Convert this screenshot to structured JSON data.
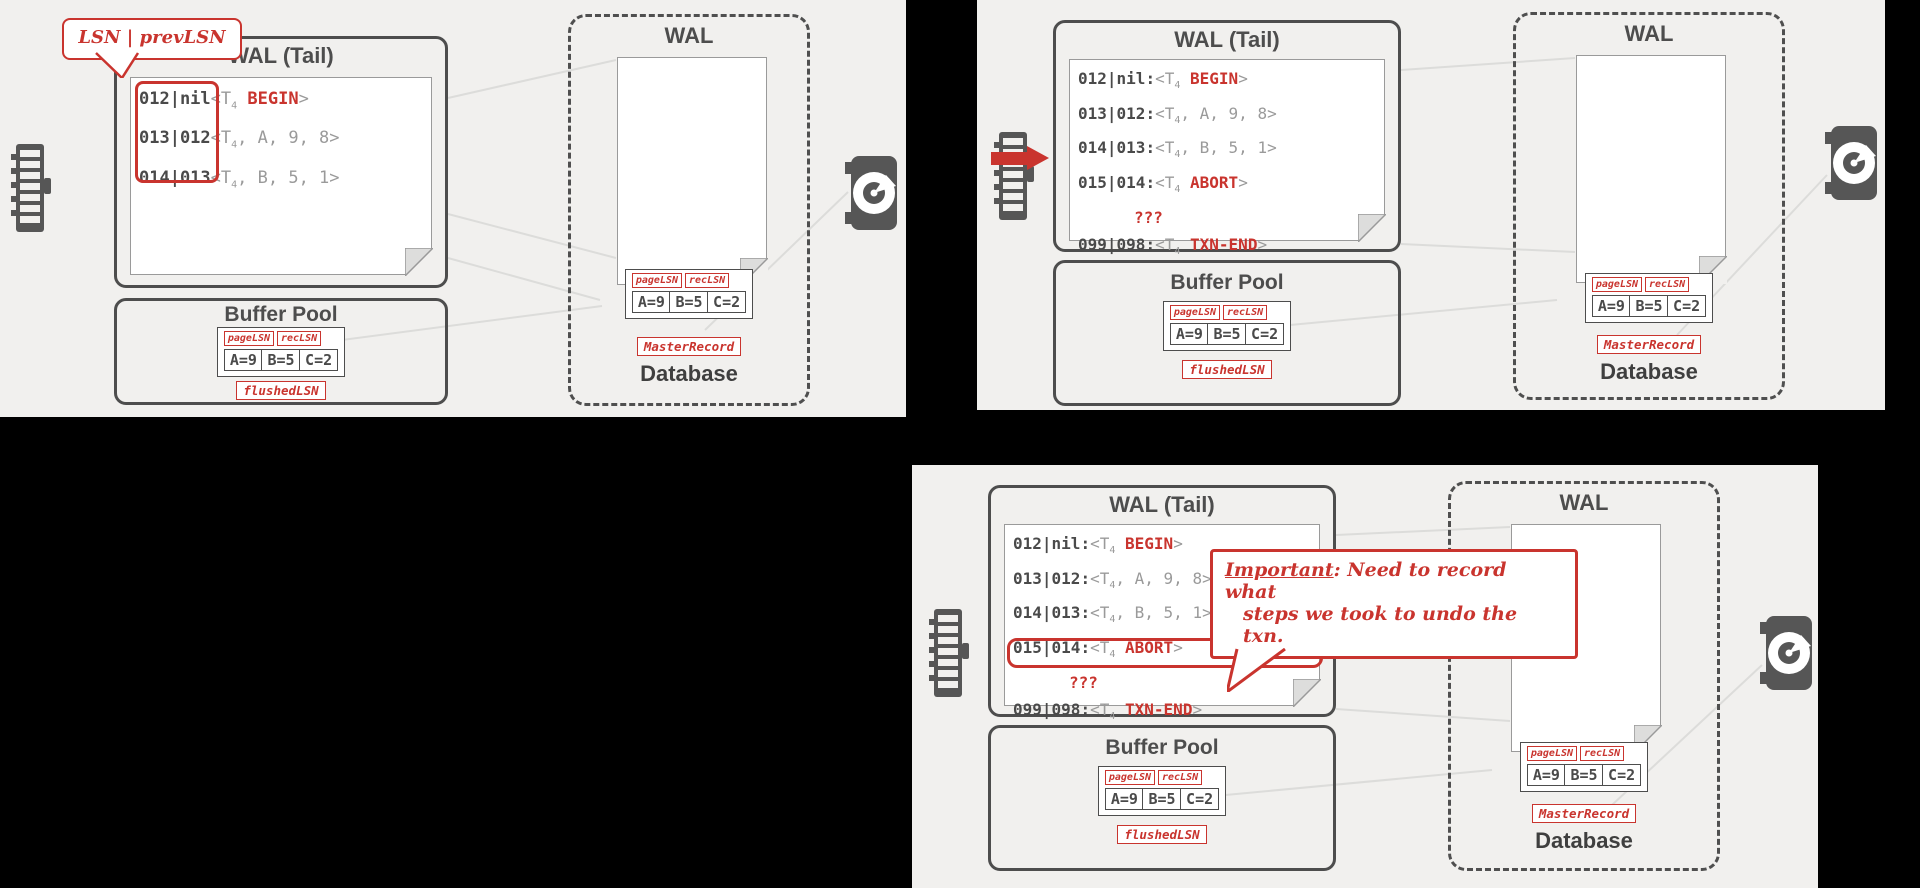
{
  "colors": {
    "accent_red": "#c9342e",
    "dark_gray": "#4d4d4d",
    "light_gray": "#9a9a9a",
    "panel_bg": "#f1f0ee"
  },
  "p1": {
    "callout_text": "LSN | prevLSN",
    "wal_tail": {
      "title": "WAL (Tail)",
      "entries": [
        {
          "lsn": "012|nil",
          "sep": "",
          "pre": "<T",
          "sub": "4",
          "mid": " ",
          "kw": "BEGIN",
          "post": ">"
        },
        {
          "lsn": "013|012",
          "sep": "",
          "pre": "<T",
          "sub": "4",
          "mid": ", A, 9, 8>",
          "kw": "",
          "post": ""
        },
        {
          "lsn": "014|013",
          "sep": "",
          "pre": "<T",
          "sub": "4",
          "mid": ", B, 5, 1>",
          "kw": "",
          "post": ""
        }
      ]
    },
    "buffer_pool": {
      "title": "Buffer Pool",
      "pagelsn": "pageLSN",
      "reclsn": "recLSN",
      "cells": [
        "A=9",
        "B=5",
        "C=2"
      ],
      "flushedlsn": "flushedLSN"
    },
    "storage": {
      "wal_title": "WAL",
      "pagelsn": "pageLSN",
      "reclsn": "recLSN",
      "cells": [
        "A=9",
        "B=5",
        "C=2"
      ],
      "master": "MasterRecord",
      "db_title": "Database"
    }
  },
  "p2": {
    "wal_tail": {
      "title": "WAL (Tail)",
      "unknown": "???",
      "entries": [
        {
          "lsn": "012|nil",
          "sep": ":",
          "pre": "<T",
          "sub": "4",
          "mid": " ",
          "kw": "BEGIN",
          "post": ">"
        },
        {
          "lsn": "013|012",
          "sep": ":",
          "pre": "<T",
          "sub": "4",
          "mid": ", A, 9, 8>",
          "kw": "",
          "post": ""
        },
        {
          "lsn": "014|013",
          "sep": ":",
          "pre": "<T",
          "sub": "4",
          "mid": ", B, 5, 1>",
          "kw": "",
          "post": ""
        },
        {
          "lsn": "015|014",
          "sep": ":",
          "pre": "<T",
          "sub": "4",
          "mid": " ",
          "kw": "ABORT",
          "post": ">"
        },
        {
          "lsn": "099|098",
          "sep": ":",
          "pre": "<T",
          "sub": "4",
          "mid": " ",
          "kw": "TXN-END",
          "post": ">"
        }
      ]
    },
    "buffer_pool": {
      "title": "Buffer Pool",
      "pagelsn": "pageLSN",
      "reclsn": "recLSN",
      "cells": [
        "A=9",
        "B=5",
        "C=2"
      ],
      "flushedlsn": "flushedLSN"
    },
    "storage": {
      "wal_title": "WAL",
      "pagelsn": "pageLSN",
      "reclsn": "recLSN",
      "cells": [
        "A=9",
        "B=5",
        "C=2"
      ],
      "master": "MasterRecord",
      "db_title": "Database"
    }
  },
  "p3": {
    "callout": {
      "strong": "Important",
      "line1_rest": ": Need to record what",
      "line2": "steps we took to undo the txn."
    },
    "wal_tail": {
      "title": "WAL (Tail)",
      "unknown": "???",
      "entries": [
        {
          "lsn": "012|nil",
          "sep": ":",
          "pre": "<T",
          "sub": "4",
          "mid": " ",
          "kw": "BEGIN",
          "post": ">"
        },
        {
          "lsn": "013|012",
          "sep": ":",
          "pre": "<T",
          "sub": "4",
          "mid": ", A, 9, 8>",
          "kw": "",
          "post": ""
        },
        {
          "lsn": "014|013",
          "sep": ":",
          "pre": "<T",
          "sub": "4",
          "mid": ", B, 5, 1>",
          "kw": "",
          "post": ""
        },
        {
          "lsn": "015|014",
          "sep": ":",
          "pre": "<T",
          "sub": "4",
          "mid": " ",
          "kw": "ABORT",
          "post": ">"
        },
        {
          "lsn": "099|098",
          "sep": ":",
          "pre": "<T",
          "sub": "4",
          "mid": " ",
          "kw": "TXN-END",
          "post": ">"
        }
      ]
    },
    "buffer_pool": {
      "title": "Buffer Pool",
      "pagelsn": "pageLSN",
      "reclsn": "recLSN",
      "cells": [
        "A=9",
        "B=5",
        "C=2"
      ],
      "flushedlsn": "flushedLSN"
    },
    "storage": {
      "wal_title": "WAL",
      "pagelsn": "pageLSN",
      "reclsn": "recLSN",
      "cells": [
        "A=9",
        "B=5",
        "C=2"
      ],
      "master": "MasterRecord",
      "db_title": "Database"
    }
  }
}
